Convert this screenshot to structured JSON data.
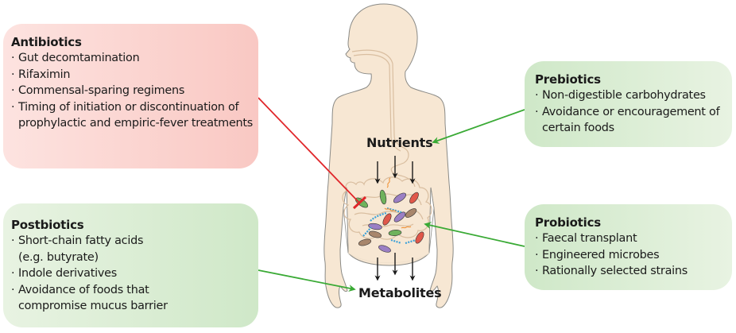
{
  "figure": {
    "subject": "Therapeutic modulation of the gut microbiota",
    "center_labels": {
      "nutrients": "Nutrients",
      "metabolites": "Metabolites"
    },
    "boxes": {
      "antibiotics": {
        "title": "Antibiotics",
        "effect": "inhibit",
        "items": [
          "Gut decomtamination",
          "Rifaximin",
          "Commensal-sparing regimens",
          "Timing of initiation or discontinuation of prophylactic and empiric-fever treatments"
        ]
      },
      "postbiotics": {
        "title": "Postbiotics",
        "effect": "promote",
        "items": [
          "Short-chain fatty acids (e.g. butyrate)",
          "Indole derivatives",
          "Avoidance of foods that compromise mucus barrier"
        ]
      },
      "prebiotics": {
        "title": "Prebiotics",
        "effect": "promote",
        "items": [
          "Non-digestible carbohydrates",
          "Avoidance or encouragement of certain foods"
        ]
      },
      "probiotics": {
        "title": "Probiotics",
        "effect": "promote",
        "items": [
          "Faecal transplant",
          "Engineered microbes",
          "Rationally selected strains"
        ]
      }
    },
    "colors": {
      "inhibit_arrow": "#e0262a",
      "promote_arrow": "#3aaa35",
      "body_fill": "#f7e7d3",
      "body_outline": "#8a8a86",
      "gut_outline": "#d9bea0",
      "red_box": "#f9c8c3",
      "green_box": "#d3ead0",
      "flow_arrow": "#1a1a1a"
    },
    "icons": {
      "body": "human-body-silhouette",
      "gut": "intestine-outline",
      "microbes": "bacteria-cluster"
    }
  }
}
